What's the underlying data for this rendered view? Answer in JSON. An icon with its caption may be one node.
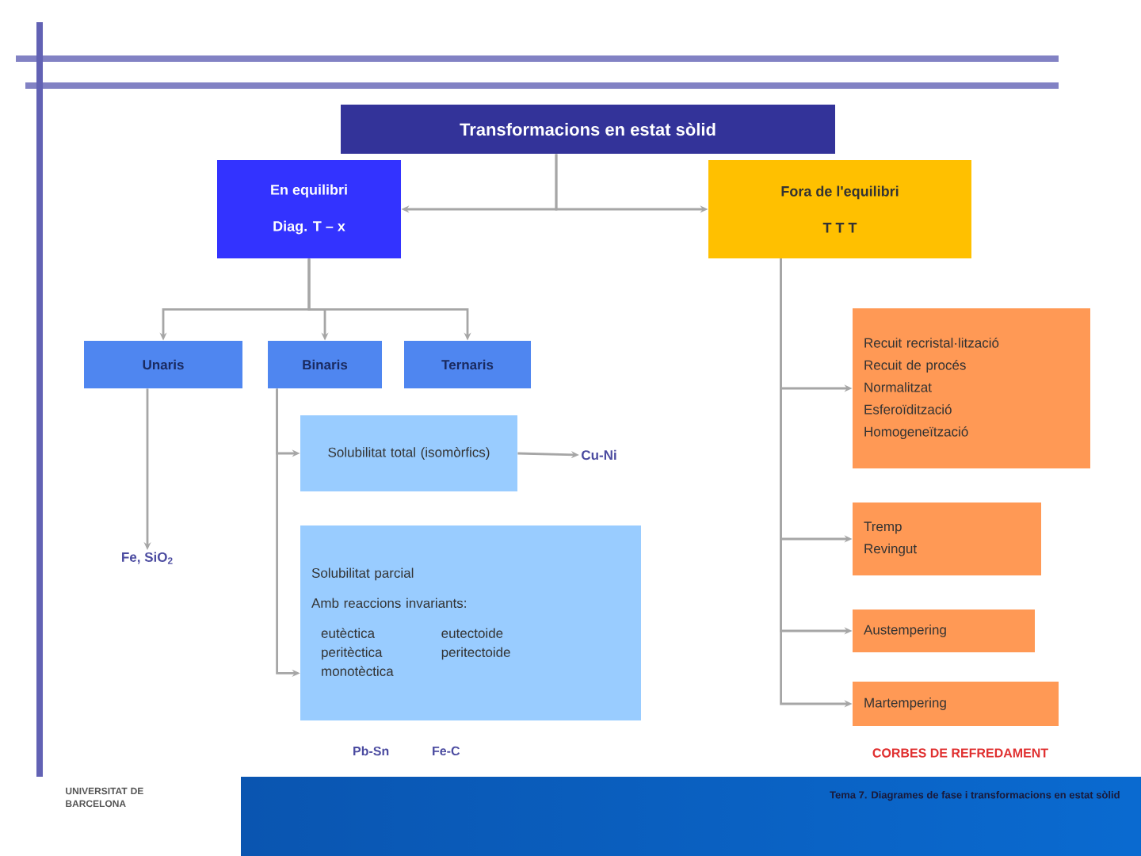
{
  "diagram": {
    "nodes": [
      {
        "text": [
          "Transformacions en estat sòlid"
        ]
      },
      {
        "text": [
          "En equilibri",
          "Diag. T – x"
        ]
      },
      {
        "text": [
          "Fora de l'equilibri",
          "T T T"
        ]
      },
      {
        "text": [
          "Unaris"
        ]
      },
      {
        "text": [
          "Binaris"
        ]
      },
      {
        "text": [
          "Ternaris"
        ]
      },
      {
        "text": [
          "Solubilitat total (isomòrfics)"
        ]
      },
      {
        "text": [
          "Cu-Ni"
        ]
      },
      {
        "text": [
          "Fe, SiO$_{2}$"
        ]
      },
      {
        "text": [
          "Solubilitat parcial",
          "Amb reaccions invariants:",
          "eutèctica",
          "eutectoide",
          "peritèctica",
          "peritectoide",
          "monotèctica"
        ],
        "beside": [
          "Pb-Sn",
          "Fe-C"
        ]
      },
      {
        "text": [
          "Recuit recristal·lització",
          "Recuit de procés",
          "Normalitzat",
          "Esferoïdització",
          "Homogeneïtzació"
        ]
      },
      {
        "text": [
          "Tremp",
          "Revingut"
        ]
      },
      {
        "text": [
          "Austempering"
        ]
      },
      {
        "text": [
          "Martempering"
        ]
      }
    ],
    "edges": [
      {
        "from": 0,
        "to": 1,
        "arrow": "to"
      },
      {
        "from": 0,
        "to": 2,
        "arrow": "to"
      },
      {
        "from": 1,
        "to": 3,
        "arrow": "to"
      },
      {
        "from": 1,
        "to": 4,
        "arrow": "to"
      },
      {
        "from": 1,
        "to": 5,
        "arrow": "to"
      },
      {
        "from": 3,
        "to": 8,
        "arrow": "to"
      },
      {
        "from": 4,
        "to": 6,
        "arrow": "to"
      },
      {
        "from": 4,
        "to": 9,
        "arrow": "to"
      },
      {
        "from": 6,
        "to": 7,
        "arrow": "to"
      },
      {
        "from": 2,
        "to": 10,
        "arrow": "to"
      },
      {
        "from": 2,
        "to": 11,
        "arrow": "to"
      },
      {
        "from": 2,
        "to": 12,
        "arrow": "to"
      },
      {
        "from": 2,
        "to": 13,
        "arrow": "to"
      }
    ],
    "labels": [
      "CORBES DE REFREDAMENT",
      "UNIVERSITAT DE BARCELONA",
      "Tema 7. Diagrames de fase i transformacions en estat sòlid"
    ]
  }
}
